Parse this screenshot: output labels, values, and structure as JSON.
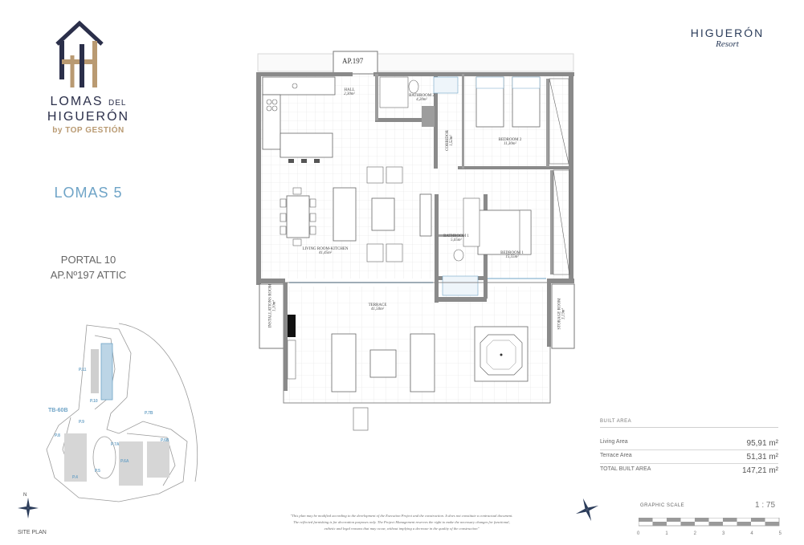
{
  "brand": {
    "line1": "LOMAS",
    "line1_small": "DEL",
    "line2": "HIGUERÓN",
    "line3": "by TOP GESTIÓN"
  },
  "project": {
    "name": "LOMAS 5",
    "portal": "PORTAL 10",
    "apartment": "AP.Nº197 ATTIC"
  },
  "resort": {
    "name": "HIGUERÓN",
    "subtitle": "Resort"
  },
  "site_plan": {
    "label": "SITE PLAN",
    "north": "N",
    "zone_label": "TB-60B",
    "portals": [
      "P.11",
      "P.10",
      "P.9",
      "P.8",
      "P.7B",
      "P.7A",
      "P.6B",
      "P.6A",
      "P.5",
      "P.4"
    ]
  },
  "plan": {
    "ap_tag": "AP.197",
    "rooms": [
      {
        "name": "HALL",
        "area": "2,30m²"
      },
      {
        "name": "BATHROOM 2",
        "area": "4,20m²"
      },
      {
        "name": "CORRIDOR",
        "area": "1,52m²"
      },
      {
        "name": "BEDROOM 2",
        "area": "11,30m²"
      },
      {
        "name": "LIVING ROOM-KITCHEN",
        "area": "41,45m²"
      },
      {
        "name": "BATHROOM 1",
        "area": "5,65m²"
      },
      {
        "name": "BEDROOM 1",
        "area": "15,55m²"
      },
      {
        "name": "INSTALLATIONS ROOM",
        "area": "1,10m²"
      },
      {
        "name": "TERRACE",
        "area": "41,50m²"
      },
      {
        "name": "STORAGE ROOM",
        "area": "3,13m²"
      }
    ]
  },
  "built_area": {
    "title": "BUILT AREA",
    "rows": [
      {
        "label": "Living Area",
        "value": "95,91 m²"
      },
      {
        "label": "Terrace Area",
        "value": "51,31 m²"
      },
      {
        "label": "TOTAL BUILT AREA",
        "value": "147,21 m²"
      }
    ]
  },
  "scale": {
    "label": "GRAPHIC SCALE",
    "ratio": "1 : 75",
    "ticks": [
      "0",
      "1",
      "2",
      "3",
      "4",
      "5"
    ]
  },
  "disclaimer": "\"This plan may be modified according to the development of the Execution Project and the construction. It does not constitute a contractual document. The reflected furnishing is for decoration purposes only. The Project Management reserves the right to make the necessary changes for functional, esthetic and legal reasons that may occur, without implying a decrease in the quality of the construction\"",
  "colors": {
    "brand_navy": "#2b2f4a",
    "brand_gold": "#b99a72",
    "accent_blue": "#6fa4c7",
    "wall_gray": "#8a8a8a"
  }
}
